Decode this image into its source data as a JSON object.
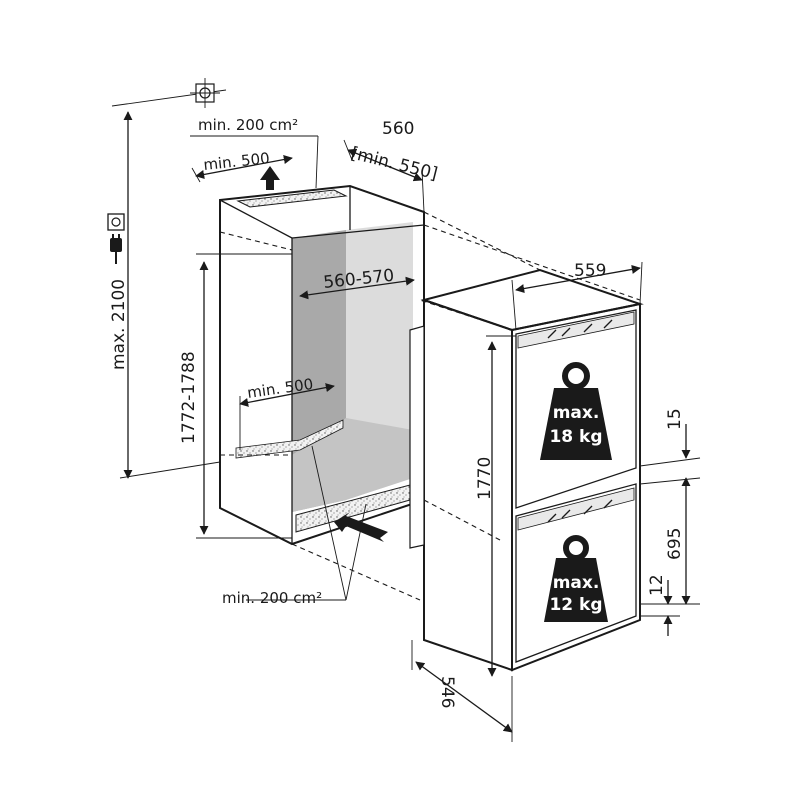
{
  "colors": {
    "line": "#1a1a1a",
    "niche_back": "#dcdcdc",
    "niche_left": "#a9a9a9",
    "niche_floor": "#c4c4c4",
    "grille": "#e9e9e9",
    "weight_fill": "#1a1a1a"
  },
  "icons": {
    "ceiling_mount": "crosshair-box-icon",
    "socket": "power-socket-icon",
    "plug": "power-plug-icon",
    "airflow_up": "arrow-up-icon",
    "airflow_in": "arrow-in-icon"
  },
  "niche": {
    "top_vent_area": "min. 200 cm²",
    "top_vent_depth": "min. 500",
    "depth_total": "560",
    "depth_min": "[min. 550]",
    "width": "560-570",
    "height": "1772-1788",
    "floor_depth": "min. 500",
    "max_height": "max. 2100",
    "bottom_vent_area": "min. 200 cm²"
  },
  "appliance": {
    "width": "559",
    "height": "1770",
    "depth": "546",
    "gap_top": "15",
    "lower_door_height": "695",
    "gap_bottom": "12",
    "upper_load_line1": "max.",
    "upper_load_line2": "18 kg",
    "lower_load_line1": "max.",
    "lower_load_line2": "12 kg"
  }
}
